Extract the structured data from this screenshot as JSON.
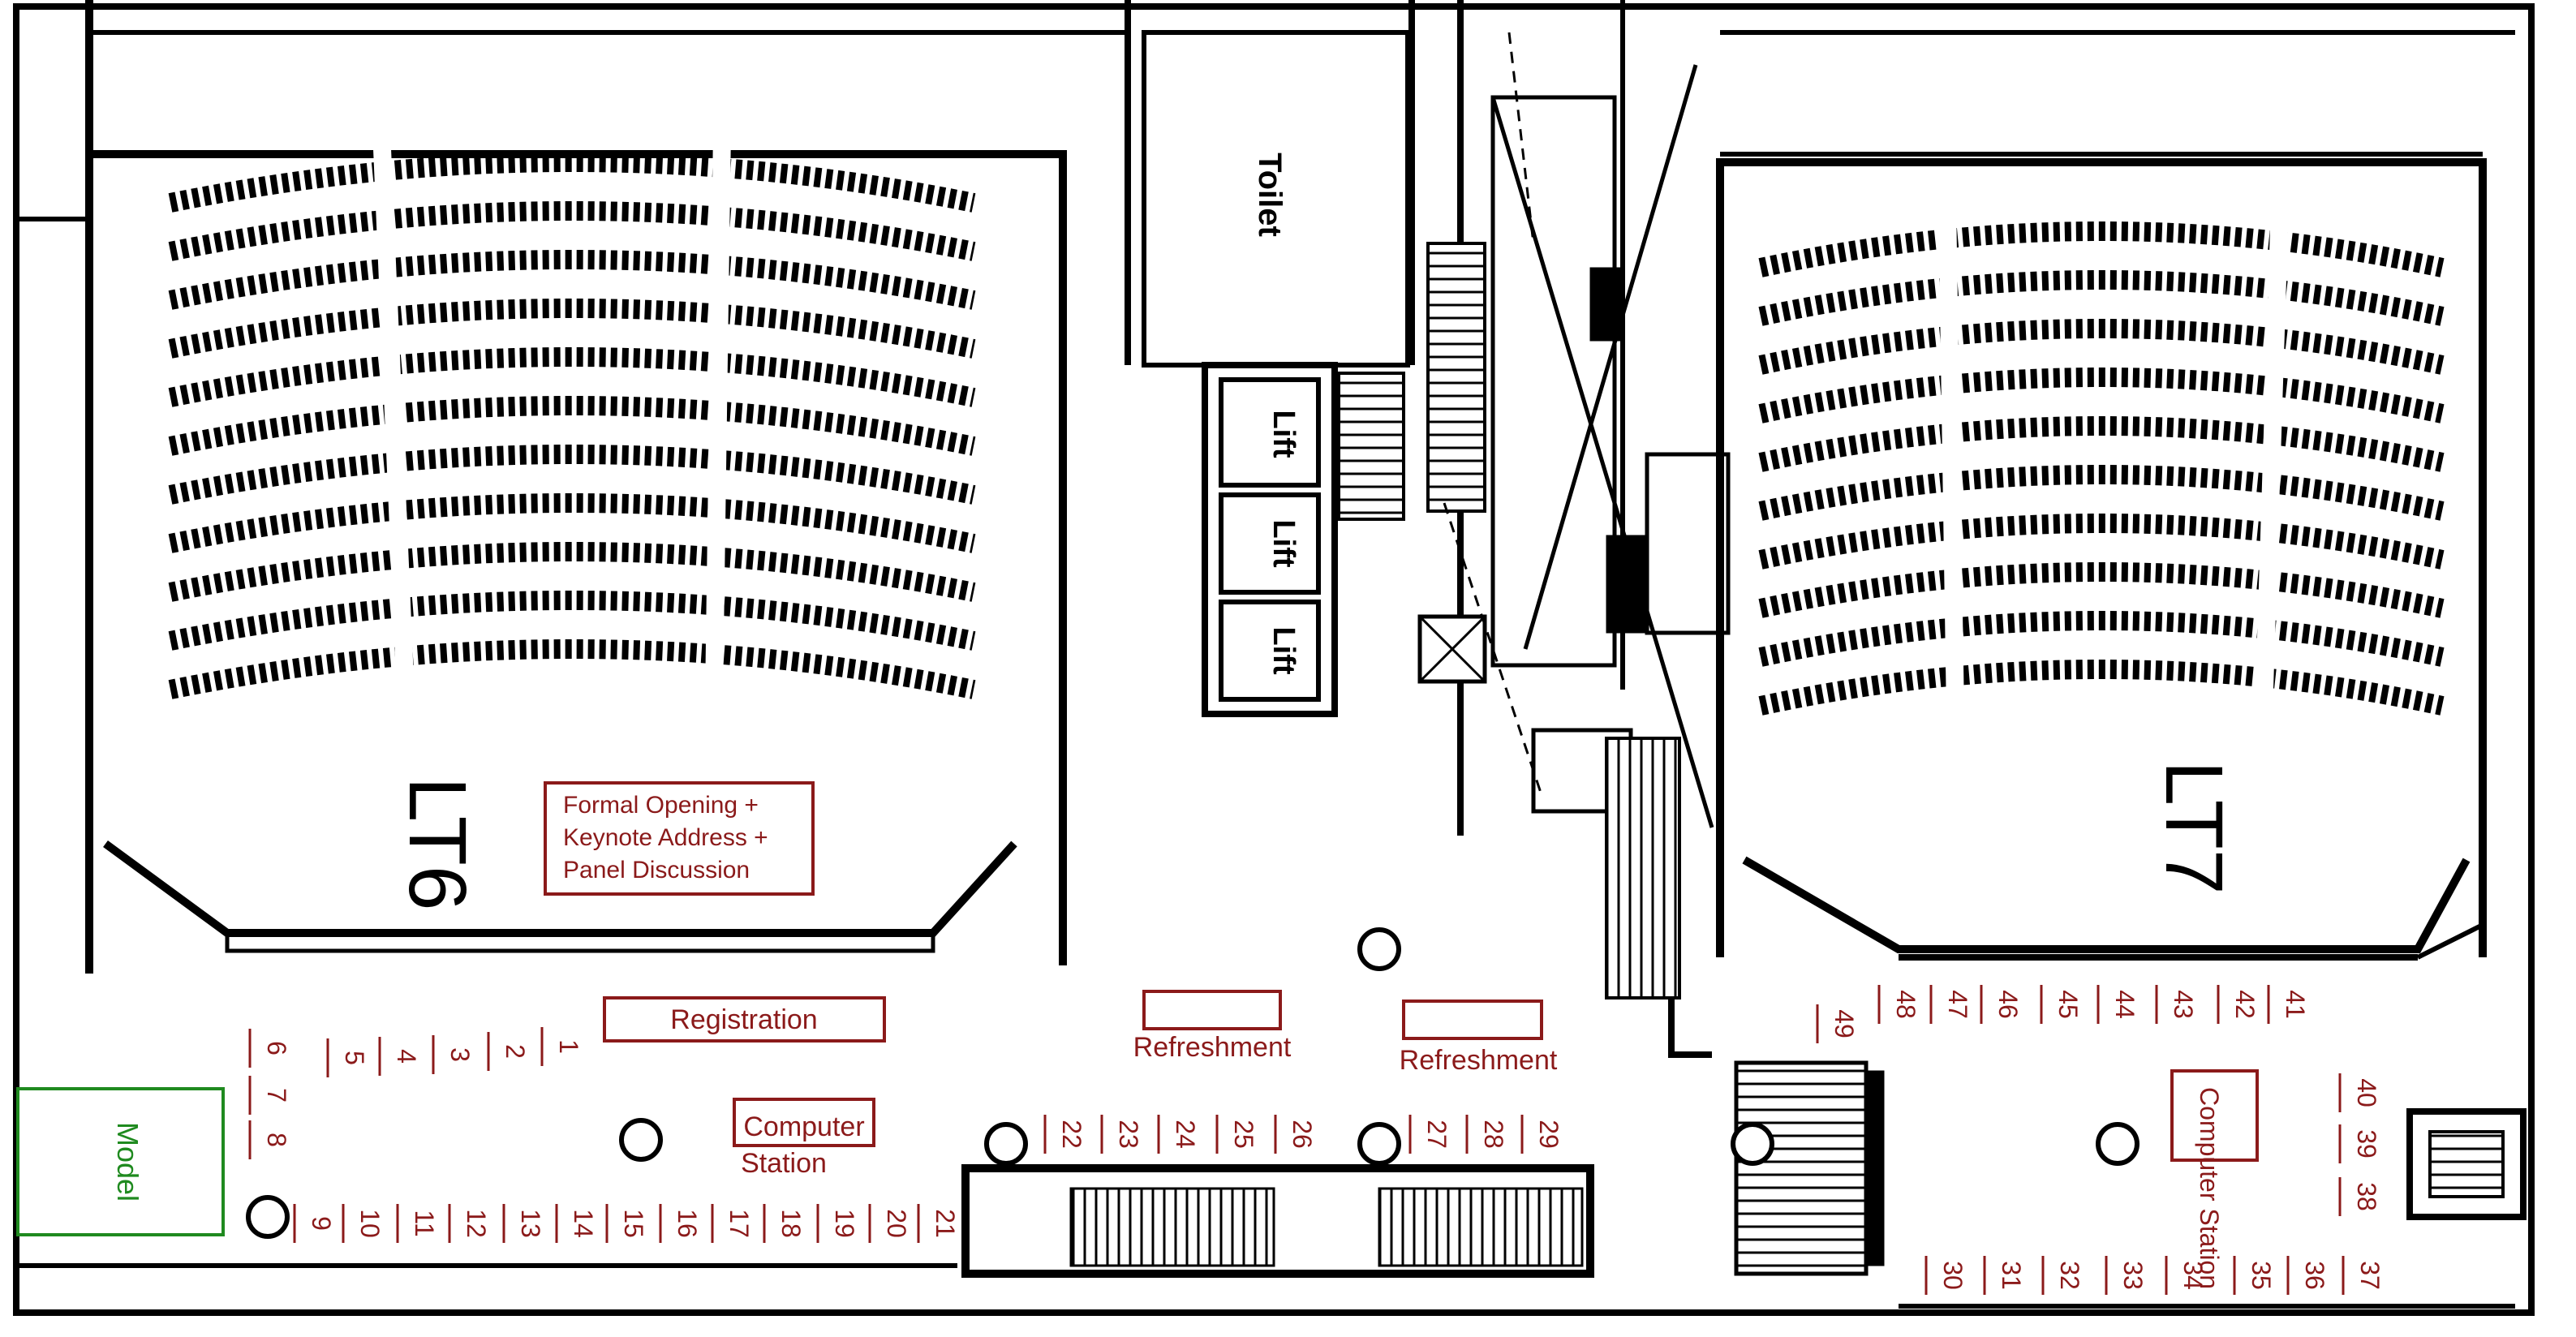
{
  "halls": {
    "left": "LT6",
    "right": "LT7"
  },
  "rooms": {
    "toilet": "Toilet",
    "lift": "Lift",
    "model": "Model"
  },
  "event": {
    "formal_opening": [
      "Formal Opening +",
      "Keynote Address +",
      "Panel Discussion"
    ],
    "registration": "Registration",
    "refreshment": "Refreshment",
    "computer": "Computer",
    "station": "Station",
    "computer_station": "Computer Station"
  },
  "booths": [
    "1",
    "2",
    "3",
    "4",
    "5",
    "6",
    "7",
    "8",
    "9",
    "10",
    "11",
    "12",
    "13",
    "14",
    "15",
    "16",
    "17",
    "18",
    "19",
    "20",
    "21",
    "22",
    "23",
    "24",
    "25",
    "26",
    "27",
    "28",
    "29",
    "30",
    "31",
    "32",
    "33",
    "34",
    "35",
    "36",
    "37",
    "38",
    "39",
    "40",
    "41",
    "42",
    "43",
    "44",
    "45",
    "46",
    "47",
    "48",
    "49"
  ],
  "colors": {
    "ink": "#000000",
    "event": "#8b1a1a",
    "model": "#1f8a1f"
  }
}
